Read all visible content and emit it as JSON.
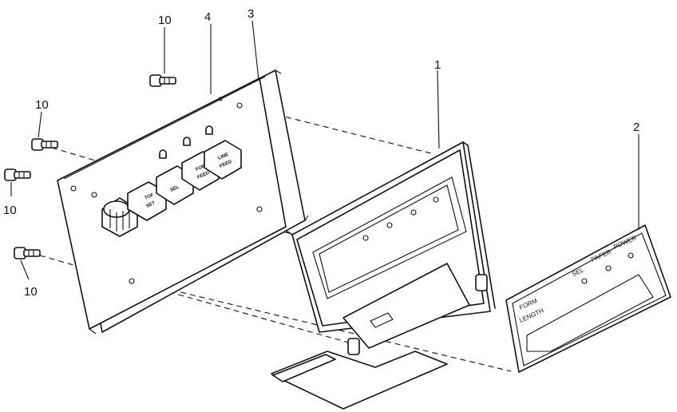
{
  "callouts": {
    "c1": "1",
    "c2": "2",
    "c3": "3",
    "c4": "4",
    "c10a": "10",
    "c10b": "10",
    "c10c": "10",
    "c10d": "10"
  },
  "buttons": {
    "b1_top": "TOF",
    "b1_bot": "SET",
    "b2": "SEL",
    "b3_top": "FORM",
    "b3_bot": "FEED",
    "b4_top": "LINE",
    "b4_bot": "FEED"
  },
  "overlay": {
    "form": "FORM",
    "length": "LENGTH",
    "sel": "SEL",
    "paper": "PAPER",
    "power": "POWER"
  }
}
